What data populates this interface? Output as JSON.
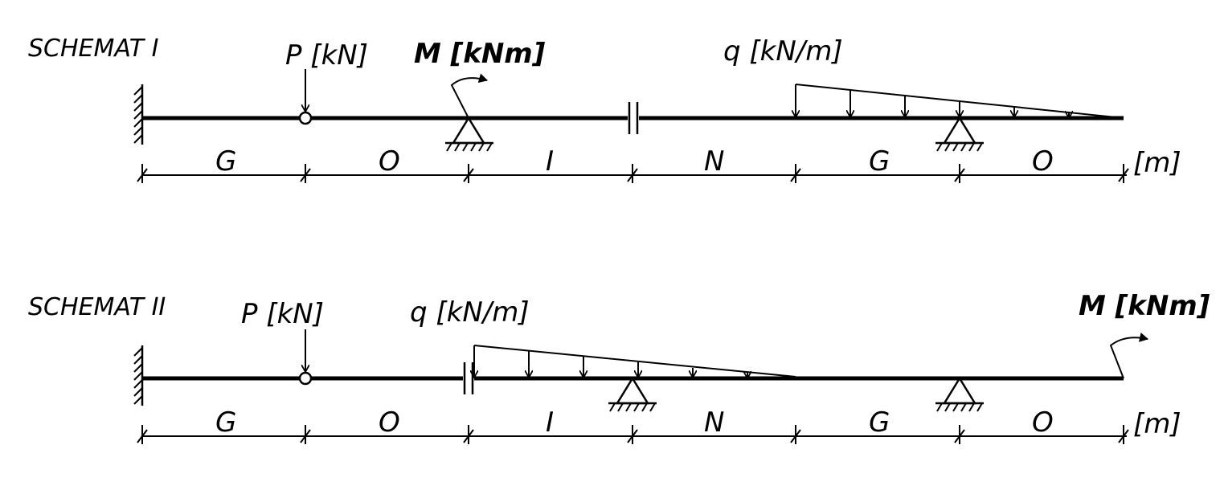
{
  "schemes": [
    {
      "title": "SCHEMAT I",
      "load_labels": {
        "P": "P [kN]",
        "M": "M [kNm]",
        "q": "q [kN/m]"
      },
      "segments": [
        "G",
        "O",
        "I",
        "N",
        "G",
        "O"
      ],
      "unit": "[m]"
    },
    {
      "title": "SCHEMAT II",
      "load_labels": {
        "P": "P [kN]",
        "q": "q [kN/m]",
        "M": "M [kNm]"
      },
      "segments": [
        "G",
        "O",
        "I",
        "N",
        "G",
        "O"
      ],
      "unit": "[m]"
    }
  ],
  "colors": {
    "ink": "#000000",
    "background": "#ffffff"
  }
}
